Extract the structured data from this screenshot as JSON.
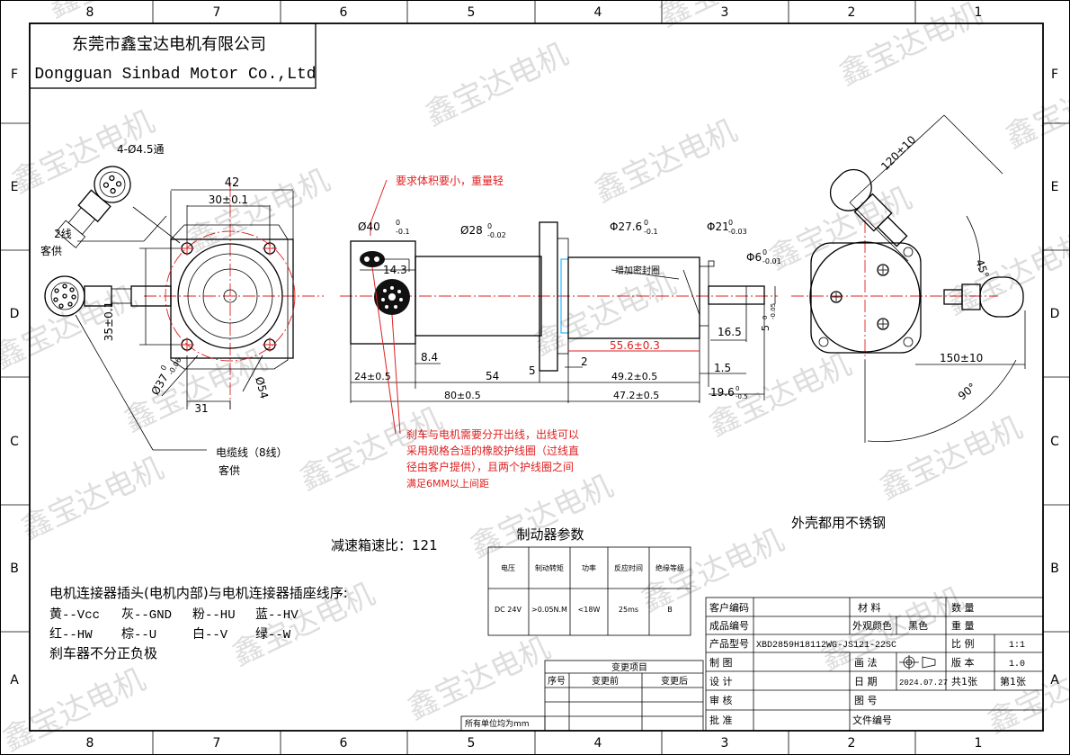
{
  "company": {
    "name_cn": "东莞市鑫宝达电机有限公司",
    "name_en": "Dongguan Sinbad Motor Co.,Ltd"
  },
  "frame": {
    "columns": [
      "8",
      "7",
      "6",
      "5",
      "4",
      "3",
      "2",
      "1"
    ],
    "rows": [
      "F",
      "E",
      "D",
      "C",
      "B",
      "A"
    ]
  },
  "watermark": "鑫宝达电机",
  "left_view": {
    "holes": "4-Ø4.5通",
    "width_42": "42",
    "pcd_30": "30±0.1",
    "height_35": "35±0.1",
    "dia_37": "Ø37",
    "dia_37_tol_top": "0",
    "dia_37_tol_bot": "-0.06",
    "dia_54": "Ø54",
    "bottom_31": "31",
    "wire2_label": "2线",
    "wire2_supply": "客供",
    "cable_label": "电缆线（8线）",
    "cable_supply": "客供"
  },
  "side_view": {
    "note_top": "要求体积要小，重量轻",
    "d40": "Ø40",
    "d40_tol": "-0.1",
    "d40_tol_top": "0",
    "d28": "Ø28",
    "d28_tol": "-0.02",
    "d28_tol_top": "0",
    "d27": "Φ27.6",
    "d27_tol": "-0.1",
    "d27_tol_top": "0",
    "d21": "Φ21",
    "d21_tol": "-0.03",
    "d21_tol_top": "0",
    "d6": "Φ6",
    "d6_tol": "-0.01",
    "d6_tol_top": "0",
    "seal_note": "增加密封圈",
    "dim_14_3": "14.3",
    "dim_8_4": "8.4",
    "dim_24": "24±0.5",
    "dim_54": "54",
    "dim_5": "5",
    "dim_2": "2",
    "dim_80": "80±0.5",
    "dim_55_6": "55.6±0.3",
    "dim_16_5": "16.5",
    "dim_5_flat": "5",
    "dim_5_flat_tol": "-0.05",
    "dim_5_flat_tol_top": "0",
    "dim_49_2": "49.2±0.5",
    "dim_1_5": "1.5",
    "dim_47_2": "47.2±0.5",
    "dim_19_6": "19.6",
    "dim_19_6_tol": "-0.5",
    "dim_19_6_tol_top": "0",
    "wire_note": [
      "刹车与电机需要分开出线，出线可以",
      "采用规格合适的橡胶护线圈（过线直",
      "径由客户提供），且两个护线圈之间",
      "满足6MM以上间距"
    ]
  },
  "right_view": {
    "dim_120": "120±10",
    "angle_45": "45°",
    "dim_150": "150±10",
    "angle_90": "90°"
  },
  "notes": {
    "shell": "外壳都用不锈钢",
    "ratio": "减速箱速比：121",
    "connector_title": "电机连接器插头(电机内部)与电机连接器插座线序:",
    "pinout_line1": [
      "黄--Vcc",
      "灰--GND",
      "粉--HU",
      "蓝--HV"
    ],
    "pinout_line2": [
      "红--HW",
      "棕--U",
      "白--V",
      "绿--W"
    ],
    "brake_note": "刹车器不分正负极"
  },
  "brake_params": {
    "title": "制动器参数",
    "headers": [
      "电压",
      "制动转矩",
      "功率",
      "反应时间",
      "绝缘等级"
    ],
    "values": [
      "DC 24V",
      ">0.05N.M",
      "<18W",
      "25ms",
      "B"
    ]
  },
  "change_table": {
    "title": "变更项目",
    "headers": [
      "序号",
      "变更前",
      "变更后"
    ],
    "unit_note": "所有单位均为mm"
  },
  "title_block": {
    "customer_code": "客户编码",
    "product_no": "成品编号",
    "model_label": "产品型号",
    "model_value": "XBD2859H18112WG-JS121-22SC",
    "draw": "制 图",
    "design": "设 计",
    "review": "审 核",
    "approve": "批 准",
    "material": "材 料",
    "appearance": "外观颜色",
    "appearance_value": "黑色",
    "projection": "画 法",
    "date_label": "日 期",
    "date_value": "2024.07.27",
    "drawing_no": "图 号",
    "file_no": "文件编号",
    "qty": "数 量",
    "weight": "重 量",
    "scale_label": "比 例",
    "scale_value": "1:1",
    "version_label": "版 本",
    "version_value": "1.0",
    "sheets_total": "共1张",
    "sheet_no": "第1张"
  }
}
